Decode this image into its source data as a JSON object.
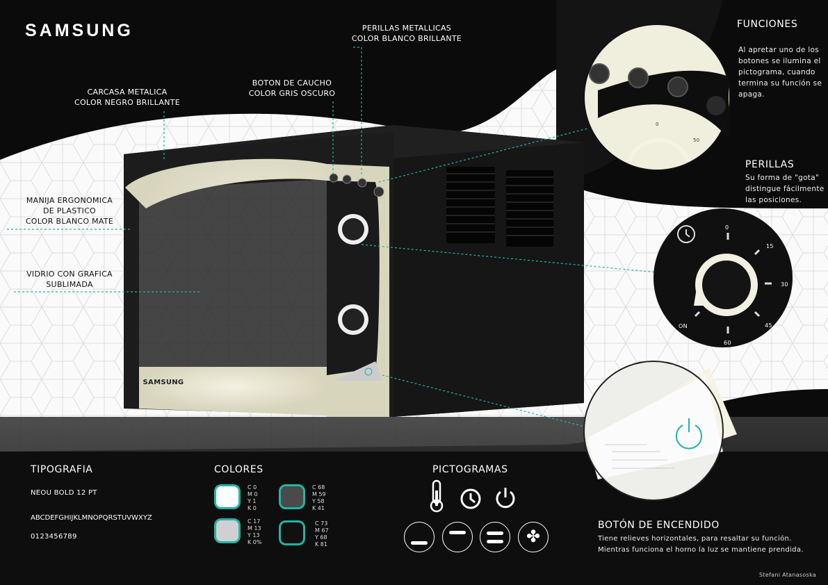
{
  "brand": "SAMSUNG",
  "microwave_brand": "SAMSUNG",
  "callouts": {
    "carcasa": [
      "CARCASA METALICA",
      "COLOR NEGRO BRILLANTE"
    ],
    "boton": [
      "BOTON DE CAUCHO",
      "COLOR GRIS OSCURO"
    ],
    "perillas": [
      "PERILLAS METALLICAS",
      "COLOR BLANCO BRILLANTE"
    ],
    "manija": [
      "MANIJA ERGONOMICA",
      "DE PLASTICO",
      "COLOR BLANCO MATE"
    ],
    "vidrio": [
      "VIDRIO CON GRAFICA",
      "SUBLIMADA"
    ]
  },
  "funciones": {
    "title": "FUNCIONES",
    "text": "Al apretar uno de los botones se ilumina el pictograma, cuando termina su función se apaga."
  },
  "perillas": {
    "title": "PERILLAS",
    "text": "Su forma de \"gota\" distingue fácilmente las posiciones.",
    "dial_labels": [
      "0",
      "15",
      "30",
      "45",
      "60",
      "ON"
    ]
  },
  "temp_dial_labels": [
    "0",
    "50"
  ],
  "encendido": {
    "title": "BOTÓN DE ENCENDIDO",
    "text": "Tiene relieves horizontales, para resaltar su función. Mientras funciona el horno la luz se mantiene prendida."
  },
  "tipografia": {
    "title": "TIPOGRAFIA",
    "font": "NEOU BOLD 12 PT",
    "alphabet": "ABCDEFGHIJKLMNOPQRSTUVWXYZ",
    "digits": "0123456789"
  },
  "colores": {
    "title": "COLORES",
    "swatches": [
      {
        "hex": "#ffffff",
        "c": "C 0",
        "m": "M 0",
        "y": "Y 1",
        "k": "K 0"
      },
      {
        "hex": "#d0d0d2",
        "c": "C 17",
        "m": "M 13",
        "y": "Y 13",
        "k": "K 0%"
      },
      {
        "hex": "#4a4a4a",
        "c": "C 68",
        "m": "M 59",
        "y": "Y 58",
        "k": "K 41"
      },
      {
        "hex": "#111111",
        "c": "C 73",
        "m": "M 67",
        "y": "Y 68",
        "k": "K 81"
      }
    ]
  },
  "pictogramas": {
    "title": "PICTOGRAMAS",
    "icons": [
      "thermometer",
      "clock",
      "power",
      "low-heat",
      "top-heat",
      "double-heat",
      "fan"
    ]
  },
  "author": "Stefani Atanasoska",
  "accent": "#1fb5a5"
}
